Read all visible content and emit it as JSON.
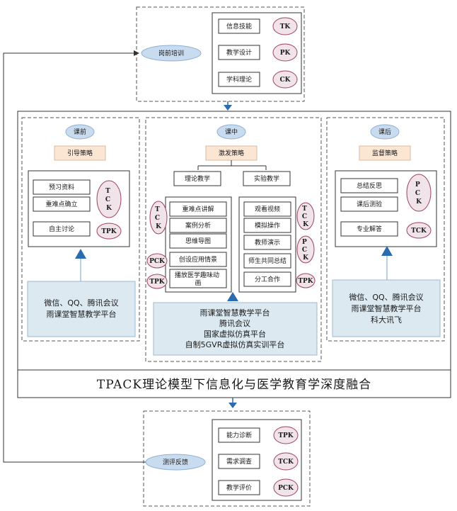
{
  "top": {
    "pill": "岗前培训",
    "items": [
      {
        "label": "信息技能",
        "tag": "TK"
      },
      {
        "label": "教学设计",
        "tag": "PK"
      },
      {
        "label": "学科理论",
        "tag": "CK"
      }
    ]
  },
  "pre": {
    "pill": "课前",
    "strategy": "引导策略",
    "items": [
      "预习资料",
      "重难点确立",
      "自主讨论"
    ],
    "tag_vertical": "TCK",
    "tag_pk": "TPK",
    "platforms": [
      "微信、QQ、腾讯会议",
      "雨课堂智慧教学平台"
    ]
  },
  "mid": {
    "pill": "课中",
    "strategy": "激发策略",
    "theory_label": "理论教学",
    "exp_label": "实验教学",
    "theory_items": [
      "重难点讲解",
      "案例分析",
      "思维导图",
      "创设应用情景",
      "播放医学趣味动画"
    ],
    "exp_items": [
      "观看视频",
      "模拟操作",
      "教师演示",
      "师生共同总结",
      "分工合作"
    ],
    "left_tags": {
      "tck": "TCK",
      "pck": "PCK",
      "tpk": "TPK"
    },
    "right_tags": {
      "tck": "TCK",
      "pck": "PCK",
      "tpk": "TPK"
    },
    "platforms": [
      "雨课堂智慧教学平台",
      "腾讯会议",
      "国家虚拟仿真平台",
      "自制5GVR虚拟仿真实训平台"
    ]
  },
  "post": {
    "pill": "课后",
    "strategy": "监督策略",
    "items": [
      "总结反思",
      "课后测验",
      "专业解答"
    ],
    "tag_vertical": "PCK",
    "tag_tck": "TCK",
    "platforms": [
      "微信、QQ、腾讯会议",
      "雨课堂智慧教学平台",
      "科大讯飞"
    ]
  },
  "banner": "TPACK理论模型下信息化与医学教育学深度融合",
  "bottom": {
    "pill": "测评反馈",
    "items": [
      {
        "label": "能力诊断",
        "tag": "TPK"
      },
      {
        "label": "需求调查",
        "tag": "TCK"
      },
      {
        "label": "教学评价",
        "tag": "PCK"
      }
    ]
  },
  "colors": {
    "pill": "#c9dbef",
    "tag": "#f1e3ea",
    "strategy": "#fbe6d4",
    "platform": "#dce9f1",
    "arrow": "#2b6cb0",
    "line": "#333333"
  }
}
